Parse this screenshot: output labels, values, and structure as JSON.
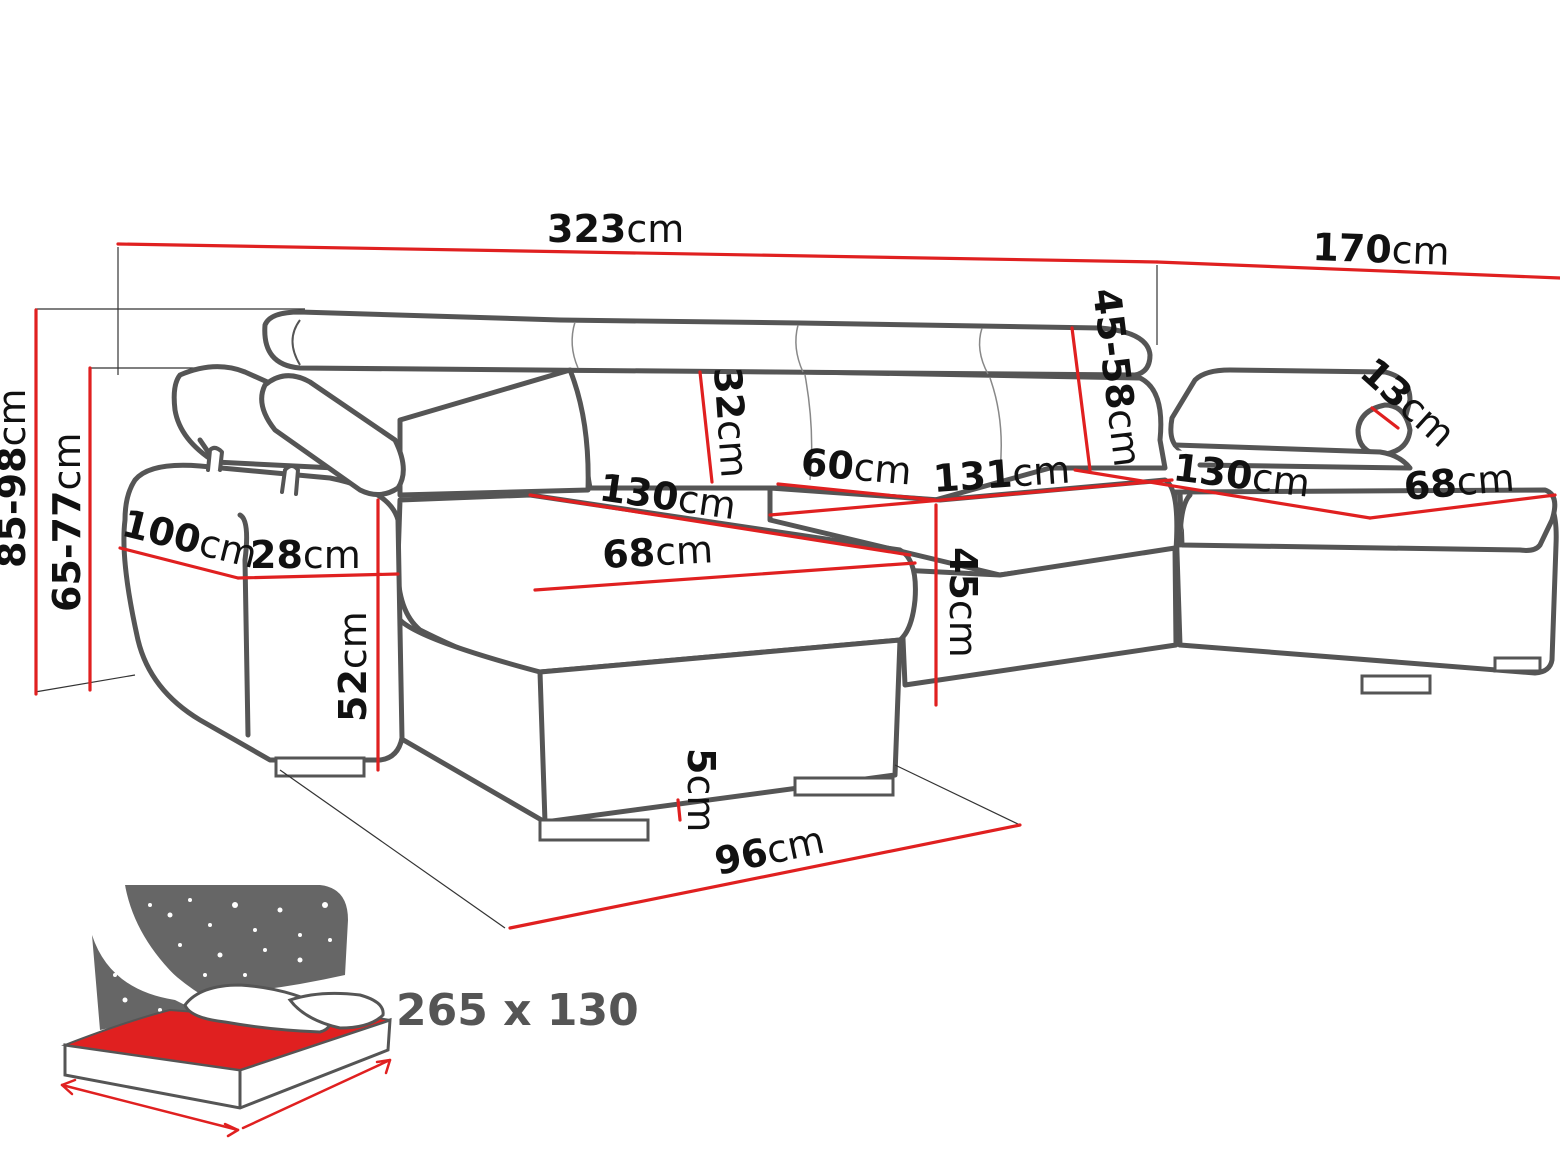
{
  "colors": {
    "dimension_line": "#e02020",
    "sofa_outline": "#555555",
    "bed_mattress": "#e02020",
    "night_sky": "#666666"
  },
  "dimensions": {
    "total_width": {
      "num": "323",
      "unit": "cm"
    },
    "depth_right": {
      "num": "170",
      "unit": "cm"
    },
    "height_headrest": {
      "num": "85-98",
      "unit": "cm"
    },
    "height_back": {
      "num": "65-77",
      "unit": "cm"
    },
    "chaise_length_left": {
      "num": "100",
      "unit": "cm"
    },
    "armrest_width": {
      "num": "28",
      "unit": "cm"
    },
    "armrest_height": {
      "num": "52",
      "unit": "cm"
    },
    "backrest_height": {
      "num": "32",
      "unit": "cm"
    },
    "chaise_depth_left": {
      "num": "130",
      "unit": "cm"
    },
    "chaise_seat_width": {
      "num": "68",
      "unit": "cm"
    },
    "seat_depth": {
      "num": "60",
      "unit": "cm"
    },
    "middle_width": {
      "num": "131",
      "unit": "cm"
    },
    "seat_height": {
      "num": "45",
      "unit": "cm"
    },
    "headrest_range": {
      "num": "45-58",
      "unit": "cm"
    },
    "headrest_thickness": {
      "num": "13",
      "unit": "cm"
    },
    "chaise_depth_right": {
      "num": "130",
      "unit": "cm"
    },
    "chaise_width_right": {
      "num": "68",
      "unit": "cm"
    },
    "leg_height": {
      "num": "5",
      "unit": "cm"
    },
    "chaise_front_depth": {
      "num": "96",
      "unit": "cm"
    }
  },
  "bed": {
    "size_label": "265 x 130",
    "icon": "sleeping-bed-night-icon"
  }
}
